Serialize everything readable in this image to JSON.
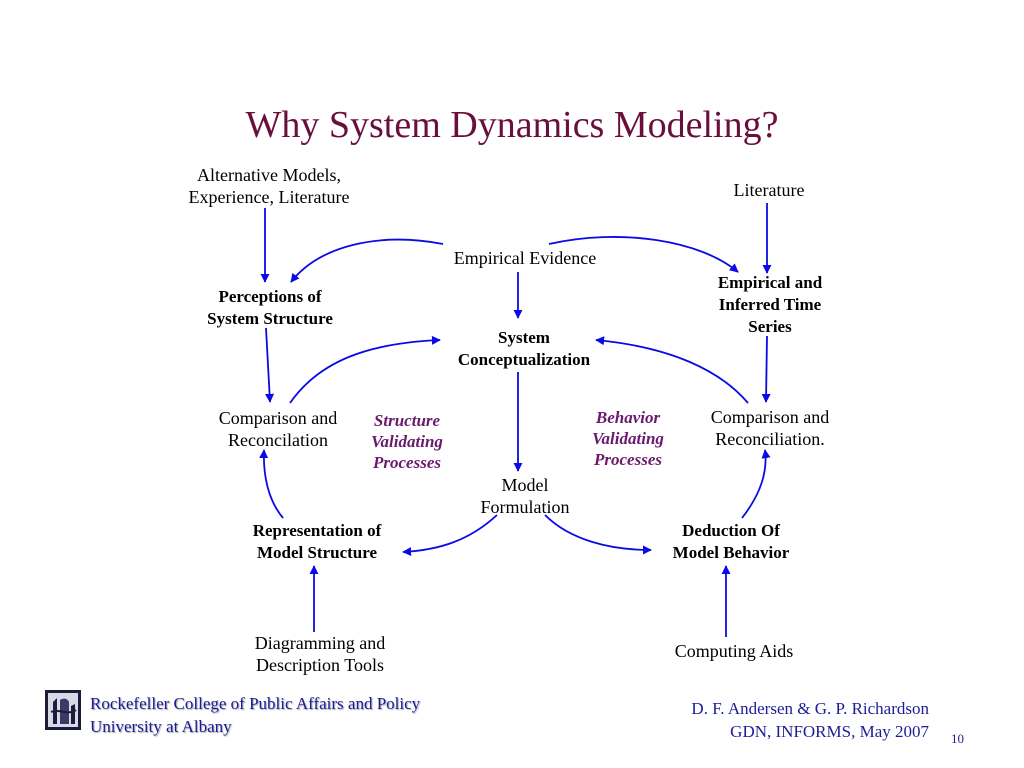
{
  "slide": {
    "title": "Why System Dynamics Modeling?",
    "page_number": "10"
  },
  "nodes": {
    "alt_models": [
      "Alternative Models,",
      "Experience, Literature"
    ],
    "literature": [
      "Literature"
    ],
    "empirical_evidence": [
      "Empirical Evidence"
    ],
    "perceptions": [
      "Perceptions of",
      "System Structure"
    ],
    "empirical_inferred": [
      "Empirical and",
      "Inferred Time",
      "Series"
    ],
    "system_concept": [
      "System",
      "Conceptualization"
    ],
    "comparison_left": [
      "Comparison and",
      "Reconcilation"
    ],
    "comparison_right": [
      "Comparison and",
      "Reconciliation."
    ],
    "model_formulation": [
      "Model",
      "Formulation"
    ],
    "representation": [
      "Representation of",
      "Model Structure"
    ],
    "deduction": [
      "Deduction Of",
      "Model Behavior"
    ],
    "diagramming": [
      "Diagramming and",
      "Description Tools"
    ],
    "computing": [
      "Computing Aids"
    ]
  },
  "processes": {
    "structure": [
      "Structure",
      "Validating",
      "Processes"
    ],
    "behavior": [
      "Behavior",
      "Validating",
      "Processes"
    ]
  },
  "footer": {
    "institution_line1": "Rockefeller College of Public Affairs and Policy",
    "institution_line2": "University at Albany",
    "authors": "D. F. Andersen & G. P. Richardson",
    "venue": "GDN, INFORMS, May 2007"
  },
  "colors": {
    "title": "#6a0f3c",
    "arrow": "#0a0ae6",
    "process_text": "#6a1a6e",
    "footer_text": "#1c1c99"
  },
  "icons": {
    "logo": "college-seal-icon"
  }
}
